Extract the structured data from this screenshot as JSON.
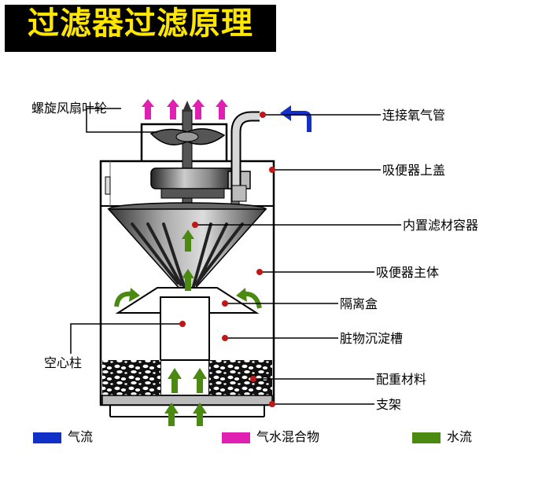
{
  "title": "过滤器过滤原理",
  "labels": {
    "fan": "螺旋风扇叶轮",
    "oxygen_pipe": "连接氧气管",
    "top_cover": "吸便器上盖",
    "filter_container": "内置滤材容器",
    "main_body": "吸便器主体",
    "isolation_box": "隔离盒",
    "sediment_tank": "脏物沉淀槽",
    "hollow_column": "空心柱",
    "weight_material": "配重材料",
    "support": "支架"
  },
  "legend": [
    {
      "label": "气流",
      "color": "#1030c8"
    },
    {
      "label": "气水混合物",
      "color": "#e020b0"
    },
    {
      "label": "水流",
      "color": "#4a8a10"
    }
  ],
  "colors": {
    "air": "#1030c8",
    "mix": "#e020b0",
    "water": "#4a8a10",
    "marker": "#c01818",
    "title_bg": "#000000",
    "title_fg": "#ffe600"
  }
}
